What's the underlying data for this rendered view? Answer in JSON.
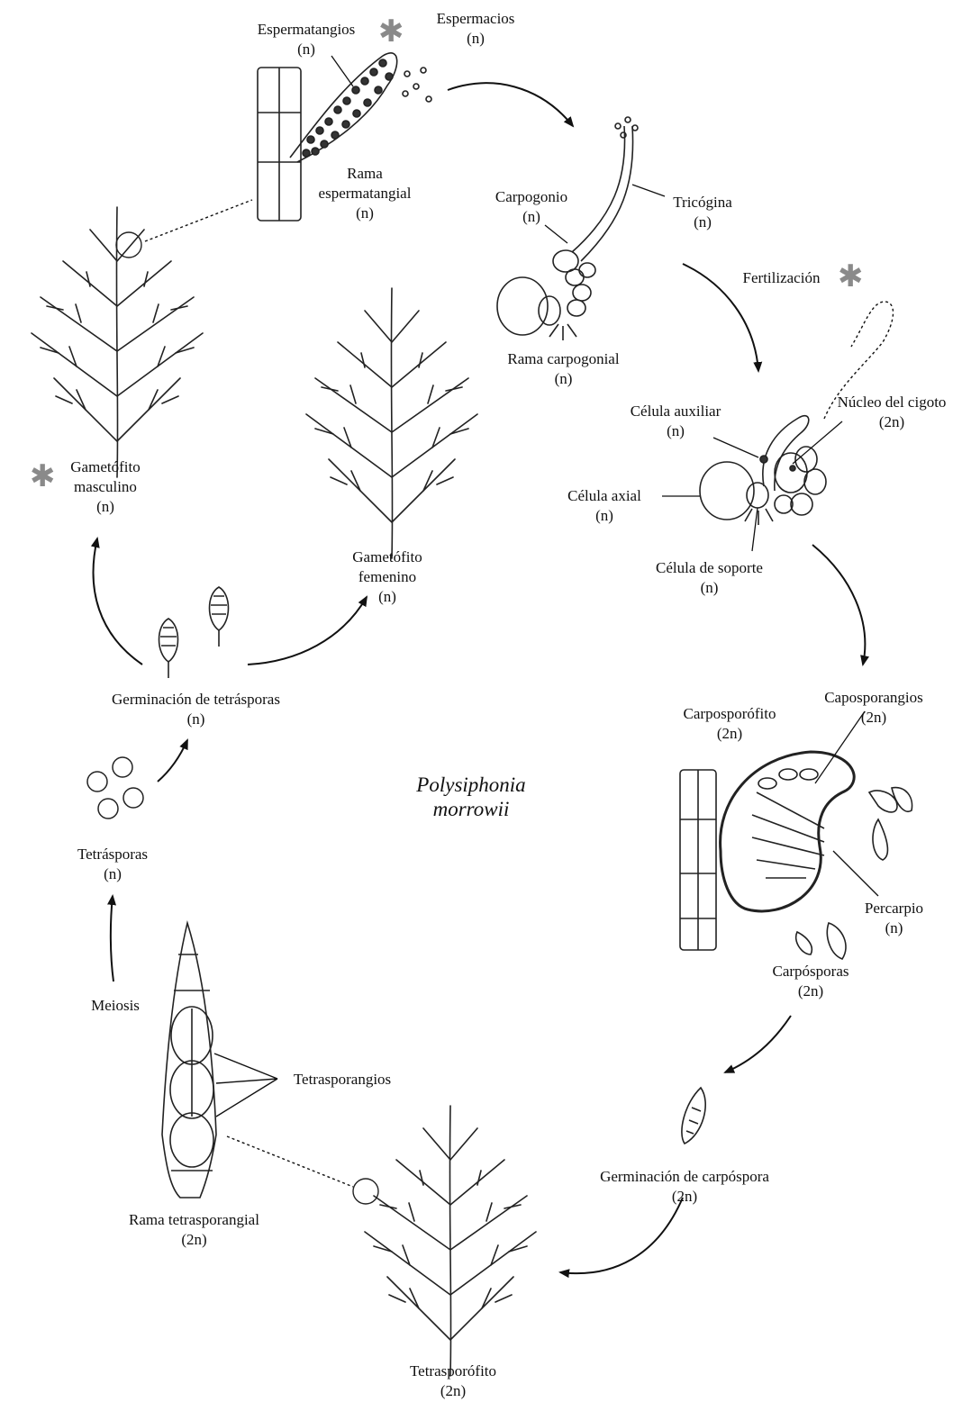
{
  "title": {
    "line1": "Polysiphonia",
    "line2": "morrowii"
  },
  "asterisk_color": "#8a8a8a",
  "labels": {
    "espermatangios": {
      "name": "Espermatangios",
      "ploidy": "(n)"
    },
    "espermacios": {
      "name": "Espermacios",
      "ploidy": "(n)"
    },
    "rama_espermatangial": {
      "line1": "Rama",
      "line2": "espermatangial",
      "ploidy": "(n)"
    },
    "carpogonio": {
      "name": "Carpogonio",
      "ploidy": "(n)"
    },
    "tricogina": {
      "name": "Tricógina",
      "ploidy": "(n)"
    },
    "rama_carpogonial": {
      "name": "Rama carpogonial",
      "ploidy": "(n)"
    },
    "fertilizacion": {
      "name": "Fertilización"
    },
    "celula_auxiliar": {
      "name": "Célula auxiliar",
      "ploidy": "(n)"
    },
    "nucleo_cigoto": {
      "name": "Núcleo del cigoto",
      "ploidy": "(2n)"
    },
    "celula_axial": {
      "name": "Célula axial",
      "ploidy": "(n)"
    },
    "celula_soporte": {
      "name": "Célula de soporte",
      "ploidy": "(n)"
    },
    "gametofito_masculino": {
      "line1": "Gametófito",
      "line2": "masculino",
      "ploidy": "(n)"
    },
    "gametofito_femenino": {
      "line1": "Gametófito",
      "line2": "femenino",
      "ploidy": "(n)"
    },
    "germinacion_tetrasporas": {
      "name": "Germinación de tetrásporas",
      "ploidy": "(n)"
    },
    "carposporofito": {
      "name": "Carposporófito",
      "ploidy": "(2n)"
    },
    "caposporangios": {
      "name": "Caposporangios",
      "ploidy": "(2n)"
    },
    "percarpio": {
      "name": "Percarpio",
      "ploidy": "(n)"
    },
    "carposporas": {
      "name": "Carpósporas",
      "ploidy": "(2n)"
    },
    "tetrasporas": {
      "name": "Tetrásporas",
      "ploidy": "(n)"
    },
    "meiosis": {
      "name": "Meiosis"
    },
    "tetrasporangios": {
      "name": "Tetrasporangios"
    },
    "rama_tetrasporangial": {
      "name": "Rama tetrasporangial",
      "ploidy": "(2n)"
    },
    "germinacion_carpospora": {
      "name": "Germinación de carpóspora",
      "ploidy": "(2n)"
    },
    "tetrasporofito": {
      "name": "Tetrasporófito",
      "ploidy": "(2n)"
    }
  }
}
